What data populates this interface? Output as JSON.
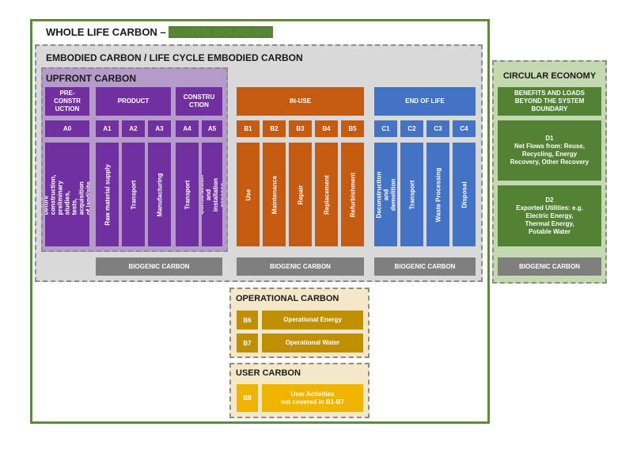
{
  "whole_life": {
    "title_prefix": "WHOLE LIFE CARBON – ",
    "title_suffix": "SYSTEM BOUNDARY"
  },
  "embodied": {
    "title": "EMBODIED CARBON / LIFE CYCLE EMBODIED CARBON"
  },
  "upfront": {
    "title": "UPFRONT CARBON"
  },
  "headers": {
    "pre_construction": "PRE-\nCONSTR\nUCTION",
    "product": "PRODUCT",
    "construction": "CONSTRU\nCTION",
    "in_use": "IN-USE",
    "end_of_life": "END OF LIFE"
  },
  "modules": [
    {
      "code": "A0",
      "label": "Non-physical processes\nbefore construction,\npreliminary studies, tests,\nacquisition of land/site and\ndesign"
    },
    {
      "code": "A1",
      "label": "Raw material supply"
    },
    {
      "code": "A2",
      "label": "Transport"
    },
    {
      "code": "A3",
      "label": "Manufacturing"
    },
    {
      "code": "A4",
      "label": "Transport"
    },
    {
      "code": "A5",
      "label": "Construction and\ninstallation process"
    },
    {
      "code": "B1",
      "label": "Use"
    },
    {
      "code": "B2",
      "label": "Maintenance"
    },
    {
      "code": "B3",
      "label": "Repair"
    },
    {
      "code": "B4",
      "label": "Replacement"
    },
    {
      "code": "B5",
      "label": "Refurbishment"
    },
    {
      "code": "C1",
      "label": "Deconstruction and\ndemolition"
    },
    {
      "code": "C2",
      "label": "Transport"
    },
    {
      "code": "C3",
      "label": "Waste Processing"
    },
    {
      "code": "C4",
      "label": "Disposal"
    }
  ],
  "biogenic": [
    "BIOGENIC CARBON",
    "BIOGENIC CARBON",
    "BIOGENIC CARBON",
    "BIOGENIC CARBON"
  ],
  "circular": {
    "title": "CIRCULAR ECONOMY",
    "benefits": "BENEFITS AND LOADS\nBEYOND THE SYSTEM\nBOUNDARY",
    "d1_code": "D1",
    "d1_text": "Net Flows from: Reuse,\nRecycling, Energy\nRecovery, Other Recovery",
    "d2_code": "D2",
    "d2_text": "Exported Utilities: e.g.\nElectric Energy,\nThermal Energy,\nPotable Water"
  },
  "operational": {
    "title": "OPERATIONAL CARBON",
    "rows": [
      {
        "code": "B6",
        "label": "Operational Energy"
      },
      {
        "code": "B7",
        "label": "Operational Water"
      }
    ]
  },
  "user": {
    "title": "USER CARBON",
    "code": "B8",
    "label": "User Activities\nnot covered in B1-B7"
  },
  "colors": {
    "boundary_green": "#5b8c3a",
    "upfront_purple": "#7030a0",
    "in_use_orange": "#c55a11",
    "end_of_life_blue": "#4472c4",
    "biogenic_grey": "#7f7f7f",
    "circular_green": "#548235",
    "operational_olive": "#bf8f00",
    "user_gold": "#f0b400"
  }
}
